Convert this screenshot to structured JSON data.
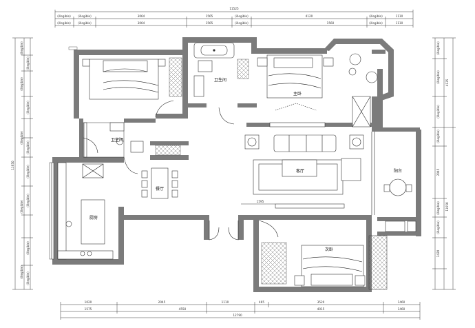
{
  "dimensions": {
    "top_total": "11525",
    "top_row1": [
      "(illegible)",
      "(illegible)",
      "3064",
      "1565",
      "(illegible)",
      "4120",
      "(illegible)",
      "1110"
    ],
    "top_row2": [
      "(illegible)",
      "(illegible)",
      "3064",
      "1565",
      "(illegible)",
      "1560",
      "(illegible)",
      "1110"
    ],
    "bottom_row1": [
      "1020",
      "",
      "2045",
      "1110",
      "465",
      "3520",
      "1460"
    ],
    "bottom_row2": [
      "1575",
      "4550",
      "4015",
      "1460"
    ],
    "bottom_total": "12790",
    "left_outer_total": "11650",
    "left_row": [
      "(illegible)",
      "(illegible)",
      "(illegible)",
      "(illegible)",
      "(illegible)",
      "(illegible)",
      "(illegible)",
      "(illegible)",
      "(illegible)",
      "(illegible)",
      "(illegible)",
      "(illegible)"
    ],
    "right_row": [
      "(illegible)",
      "4135",
      "(illegible)",
      "(illegible)",
      "2045",
      "(illegible)",
      "(illegible)",
      "1420",
      "(illegible)"
    ],
    "right_outer_total": "11650",
    "inner_mark": "1595"
  },
  "rooms": {
    "bath_top": "卫生间",
    "master_bedroom": "主卧",
    "bath_small": "卫生间",
    "living_room": "客厅",
    "dining_room": "餐厅",
    "kitchen": "厨房",
    "balcony": "阳台",
    "bedroom": "次卧"
  },
  "colors": {
    "wall": "#7b7b7b",
    "line": "#222222",
    "background": "#ffffff"
  }
}
